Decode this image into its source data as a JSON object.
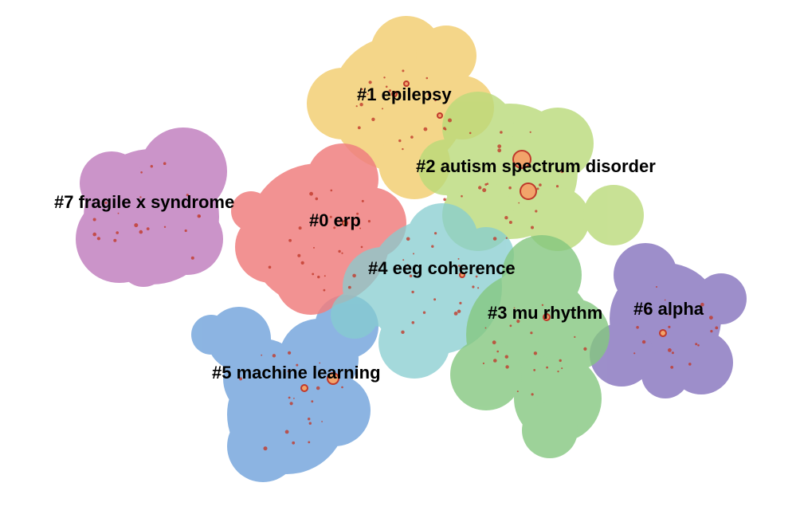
{
  "clusters": [
    {
      "id": 0,
      "label": "#0 erp",
      "color": "#f08080"
    },
    {
      "id": 1,
      "label": "#1 epilepsy",
      "color": "#f3cf75"
    },
    {
      "id": 2,
      "label": "#2 autism spectrum disorder",
      "color": "#bada7a"
    },
    {
      "id": 3,
      "label": "#3 mu rhythm",
      "color": "#85c880"
    },
    {
      "id": 4,
      "label": "#4 eeg coherence",
      "color": "#86cdd0"
    },
    {
      "id": 5,
      "label": "#5 machine learning",
      "color": "#78a8dd"
    },
    {
      "id": 6,
      "label": "#6 alpha",
      "color": "#8c7bc1"
    },
    {
      "id": 7,
      "label": "#7 fragile x syndrome",
      "color": "#c282c0"
    }
  ],
  "node_color": "#c0392b"
}
